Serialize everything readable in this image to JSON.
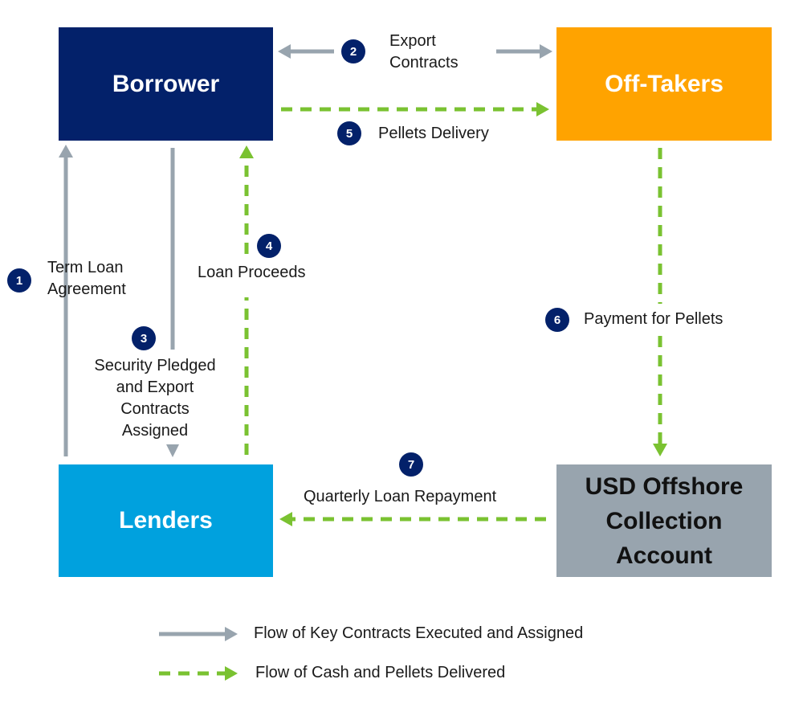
{
  "colors": {
    "borrower": "#03216a",
    "offtakers": "#ffa300",
    "lenders": "#00a1de",
    "usd_account": "#98a4ae",
    "contract_arrow": "#98a4ae",
    "cash_arrow": "#7ac231",
    "badge": "#03216a"
  },
  "entities": {
    "borrower": "Borrower",
    "offtakers": "Off-Takers",
    "lenders": "Lenders",
    "usd_account": [
      "USD Offshore",
      "Collection",
      "Account"
    ]
  },
  "steps": [
    {
      "number": "1",
      "label_lines": [
        "Term Loan",
        "Agreement"
      ],
      "flow": "contract",
      "from": "Lenders",
      "to": "Borrower"
    },
    {
      "number": "2",
      "label_lines": [
        "Export",
        "Contracts"
      ],
      "flow": "contract",
      "from": "Borrower",
      "to": "Off-Takers",
      "bidirectional": true
    },
    {
      "number": "3",
      "label_lines": [
        "Security Pledged",
        "and Export",
        "Contracts",
        "Assigned"
      ],
      "flow": "contract",
      "from": "Borrower",
      "to": "Lenders"
    },
    {
      "number": "4",
      "label_lines": [
        "Loan Proceeds"
      ],
      "flow": "cash",
      "from": "Lenders",
      "to": "Borrower"
    },
    {
      "number": "5",
      "label_lines": [
        "Pellets Delivery"
      ],
      "flow": "cash",
      "from": "Borrower",
      "to": "Off-Takers"
    },
    {
      "number": "6",
      "label_lines": [
        "Payment for Pellets"
      ],
      "flow": "cash",
      "from": "Off-Takers",
      "to": "USD Offshore Collection Account"
    },
    {
      "number": "7",
      "label_lines": [
        "Quarterly Loan Repayment"
      ],
      "flow": "cash",
      "from": "USD Offshore Collection Account",
      "to": "Lenders"
    }
  ],
  "legend": {
    "contracts": "Flow of Key Contracts Executed and Assigned",
    "cash": "Flow of Cash and Pellets Delivered"
  }
}
